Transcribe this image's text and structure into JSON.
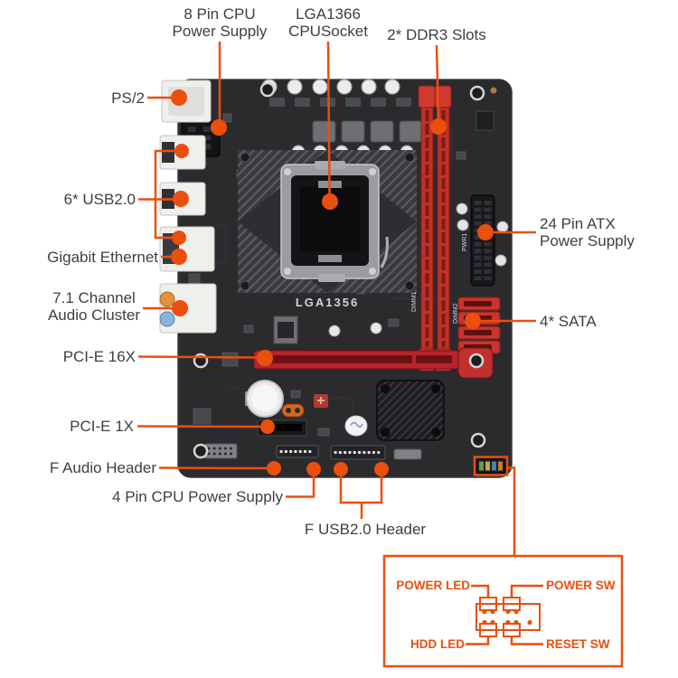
{
  "colors": {
    "accent": "#ea4f0e",
    "board": "#2b2b2e",
    "slot_red": "#c23028",
    "label": "#3f3f42"
  },
  "callouts": {
    "cpu_power_8pin": {
      "line1": "8 Pin CPU",
      "line2": "Power Supply"
    },
    "cpu_socket": {
      "line1": "LGA1366",
      "line2": "CPUSocket"
    },
    "ddr3": {
      "label": "2* DDR3 Slots"
    },
    "ps2": {
      "label": "PS/2"
    },
    "usb": {
      "label": "6* USB2.0"
    },
    "ethernet": {
      "label": "Gigabit Ethernet"
    },
    "audio": {
      "line1": "7.1 Channel",
      "line2": "Audio Cluster"
    },
    "pcie16": {
      "label": "PCI-E 16X"
    },
    "pcie1": {
      "label": "PCI-E 1X"
    },
    "f_audio": {
      "label": "F Audio Header"
    },
    "cpu_power_4pin": {
      "label": "4 Pin CPU Power Supply"
    },
    "f_usb": {
      "label": "F USB2.0 Header"
    },
    "atx": {
      "line1": "24 Pin ATX",
      "line2": "Power Supply"
    },
    "sata": {
      "label": "4* SATA"
    }
  },
  "board_silkscreen": {
    "socket": "LGA1356",
    "dimm1": "DIMM1",
    "dimm2": "DIMM2",
    "power": "PWR1"
  },
  "front_panel_box": {
    "power_led": "POWER LED",
    "power_sw": "POWER SW",
    "hdd_led": "HDD LED",
    "reset_sw": "RESET SW"
  }
}
